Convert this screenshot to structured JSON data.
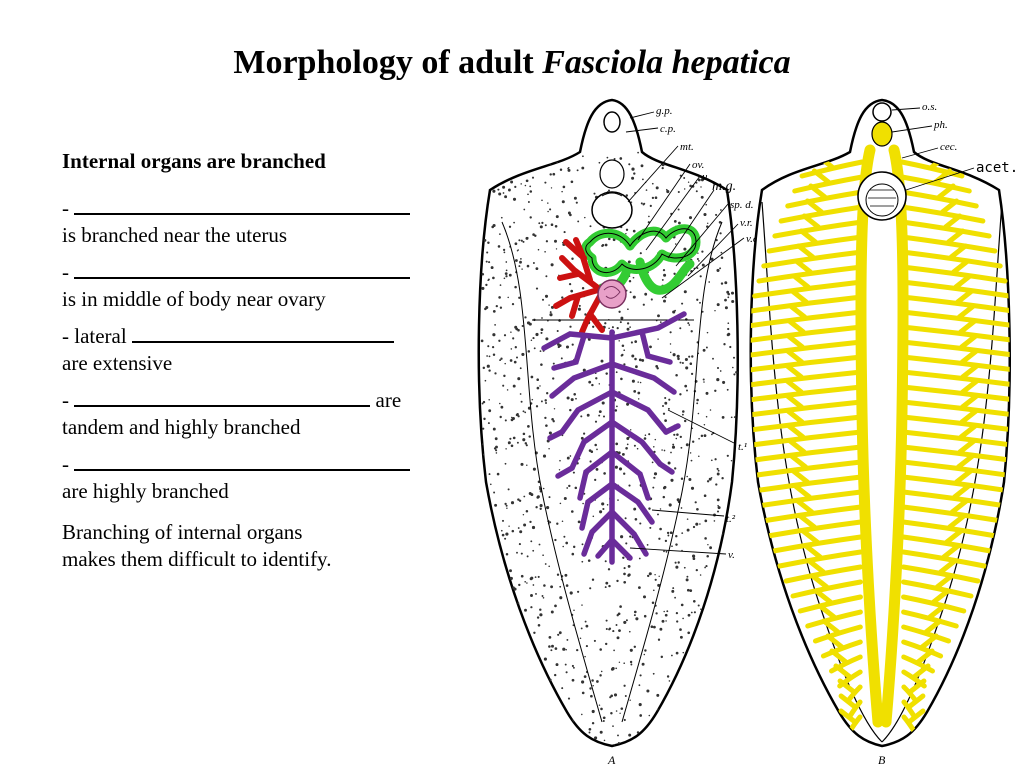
{
  "title": {
    "prefix": "Morphology of adult ",
    "italic": "Fasciola hepatica"
  },
  "notes": {
    "heading": "Internal organs are branched",
    "items": [
      {
        "pre": "- ",
        "post": "",
        "line2": "is branched near the uterus"
      },
      {
        "pre": "- ",
        "post": "",
        "line2": "is in middle of body near ovary"
      },
      {
        "pre": "- lateral ",
        "post": "",
        "line2": "are extensive"
      },
      {
        "pre": "- ",
        "post": " are",
        "line2": "tandem and highly branched"
      },
      {
        "pre": "- ",
        "post": "",
        "line2": "are highly branched"
      }
    ],
    "closing_1": "Branching of internal organs",
    "closing_2": "makes them difficult to identify."
  },
  "figure": {
    "labels_a": {
      "gp": "g.p.",
      "cp": "c.p.",
      "mt": "mt.",
      "ov": "ov.",
      "u": "u.",
      "mg": "m.g.",
      "spd": "sp. d.",
      "vr": "v.r.",
      "vd": "v.d.",
      "t1": "t.¹",
      "t2": "t.²",
      "v": "v."
    },
    "labels_b": {
      "os": "o.s.",
      "ph": "ph.",
      "cec": "cec.",
      "acet": "acet."
    },
    "panel_a": "A",
    "panel_b": "B",
    "colors": {
      "vitellaria_green": "#33cc33",
      "shell_gland_red": "#cc1111",
      "ovary_pink": "#e8a0c8",
      "testes_purple": "#6a2c9a",
      "cecum_yellow": "#f0e000"
    }
  }
}
